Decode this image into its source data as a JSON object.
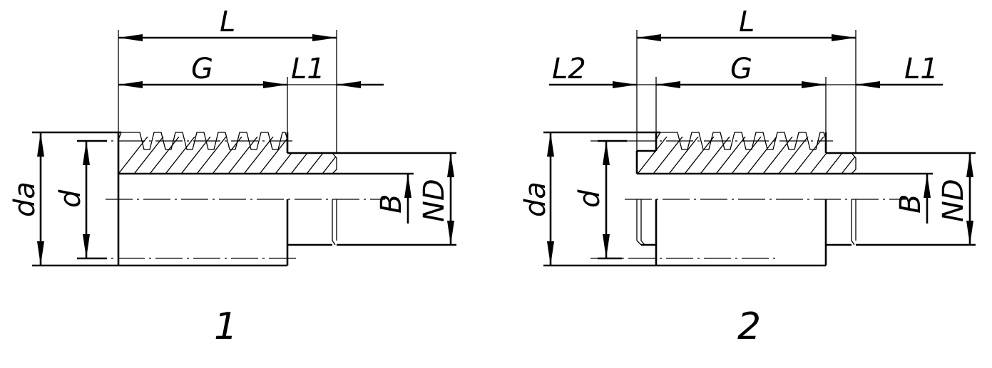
{
  "figure": {
    "type": "technical-drawing",
    "subject": "worm bushing / threaded sleeve, two variants",
    "colors": {
      "line": "#000000",
      "background": "#ffffff"
    }
  },
  "variants": [
    {
      "number_label": "1",
      "dimensions": {
        "overall_length": "L",
        "thread_length": "G",
        "right_shoulder": "L1",
        "tip_diameter": "da",
        "pitch_diameter": "d",
        "bore": "B",
        "shaft_diameter": "ND"
      }
    },
    {
      "number_label": "2",
      "dimensions": {
        "overall_length": "L",
        "thread_length": "G",
        "left_shoulder": "L2",
        "right_shoulder": "L1",
        "tip_diameter": "da",
        "pitch_diameter": "d",
        "bore": "B",
        "shaft_diameter": "ND"
      }
    }
  ]
}
